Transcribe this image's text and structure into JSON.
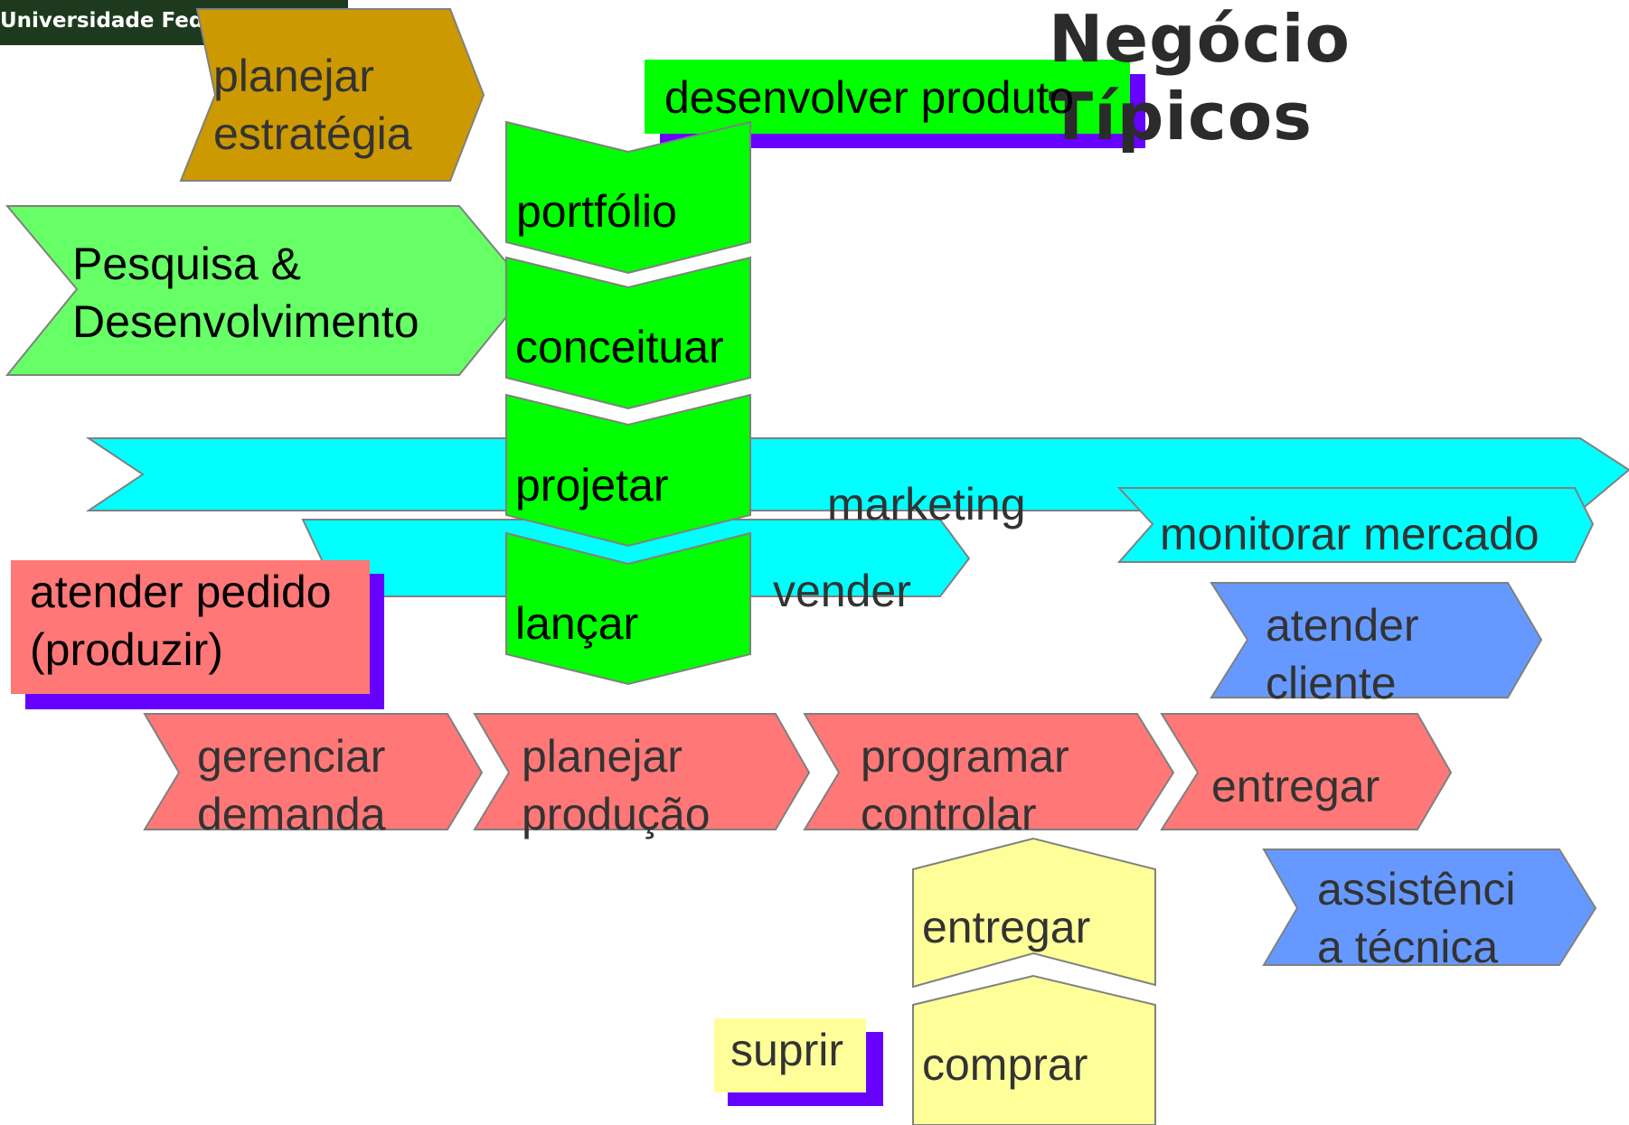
{
  "header": {
    "title": "Negócio Típicos",
    "logo_text": "Universidade Fed"
  },
  "colors": {
    "strategy": "#cc9900",
    "pd": "#66ff66",
    "product": "#00ff00",
    "marketing": "#00ffff",
    "service": "#6699ff",
    "order": "#ff7777",
    "supply": "#ffff99",
    "shadow": "#6600ff",
    "stroke": "#808080"
  },
  "shapes": [
    {
      "id": "planejar-estrategia",
      "label": "planejar\nestratégia",
      "group": "strategy"
    },
    {
      "id": "desenvolver-produto",
      "label": "desenvolver  produto",
      "group": "product"
    },
    {
      "id": "pesquisa-desenvolvimento",
      "label": "Pesquisa &\nDesenvolvimento",
      "group": "pd"
    },
    {
      "id": "portfolio",
      "label": "portfólio",
      "group": "product"
    },
    {
      "id": "conceituar",
      "label": "conceituar",
      "group": "product"
    },
    {
      "id": "projetar",
      "label": "projetar",
      "group": "product"
    },
    {
      "id": "lancar",
      "label": "lançar",
      "group": "product"
    },
    {
      "id": "marketing",
      "label": "marketing",
      "group": "marketing"
    },
    {
      "id": "vender",
      "label": "vender",
      "group": "marketing"
    },
    {
      "id": "monitorar-mercado",
      "label": "monitorar mercado",
      "group": "marketing"
    },
    {
      "id": "atender-pedido",
      "label": "atender pedido\n(produzir)",
      "group": "order"
    },
    {
      "id": "atender-cliente",
      "label": "atender\ncliente",
      "group": "service"
    },
    {
      "id": "gerenciar-demanda",
      "label": "gerenciar\ndemanda",
      "group": "order"
    },
    {
      "id": "planejar-producao",
      "label": "planejar\nprodução",
      "group": "order"
    },
    {
      "id": "programar-controlar",
      "label": "programar\ncontrolar",
      "group": "order"
    },
    {
      "id": "entregar-pedido",
      "label": "entregar",
      "group": "order"
    },
    {
      "id": "entregar-suprimento",
      "label": "entregar",
      "group": "supply"
    },
    {
      "id": "assistencia-tecnica",
      "label": "assistênci\na técnica",
      "group": "service"
    },
    {
      "id": "suprir",
      "label": "suprir",
      "group": "supply"
    },
    {
      "id": "comprar",
      "label": "comprar",
      "group": "supply"
    }
  ]
}
